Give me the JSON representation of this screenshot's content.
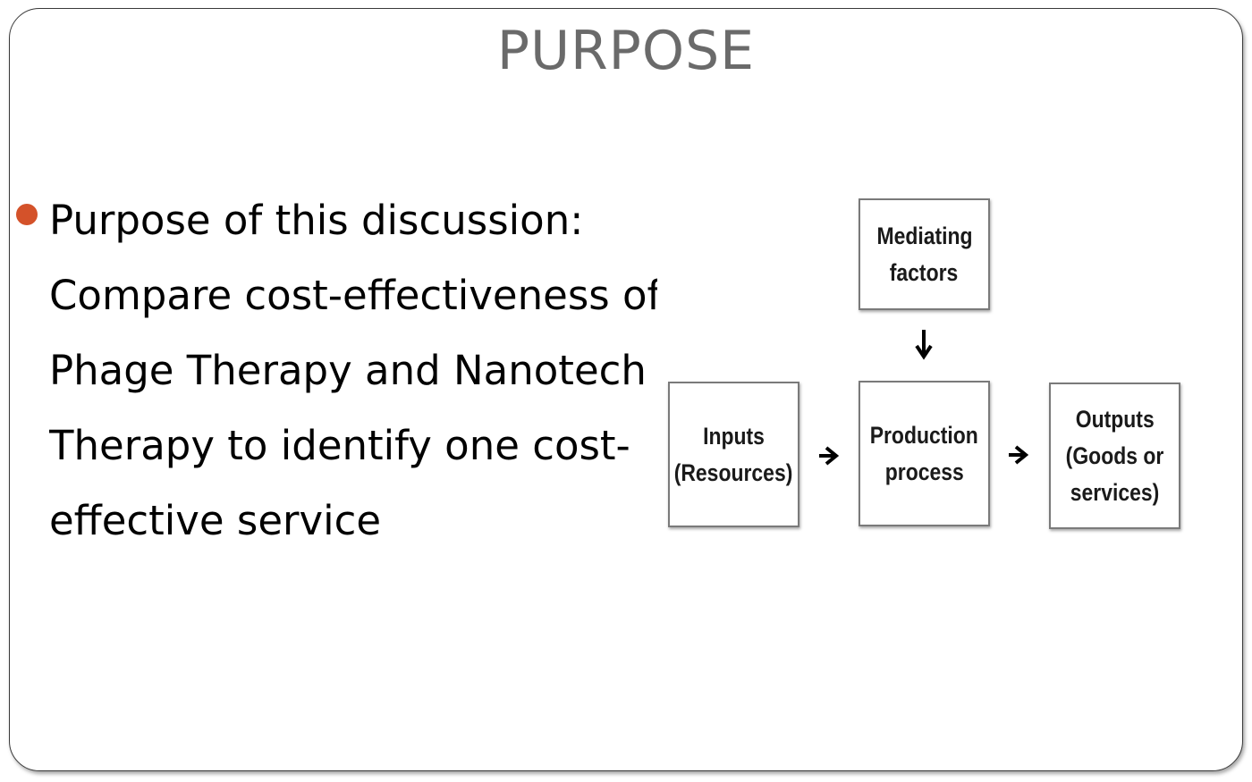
{
  "slide": {
    "title": "PURPOSE",
    "bullet_color": "#d4522a",
    "body_lines": [
      "Purpose of this discussion:",
      "Compare cost-effectiveness of",
      "Phage Therapy and Nanotech",
      "Therapy to identify one cost-",
      "effective service"
    ]
  },
  "diagram": {
    "mediating": [
      "Mediating",
      "factors"
    ],
    "inputs": [
      "Inputs",
      "(Resources)"
    ],
    "production": [
      "Production",
      "process"
    ],
    "outputs": [
      "Outputs",
      "(Goods or",
      "services)"
    ]
  }
}
